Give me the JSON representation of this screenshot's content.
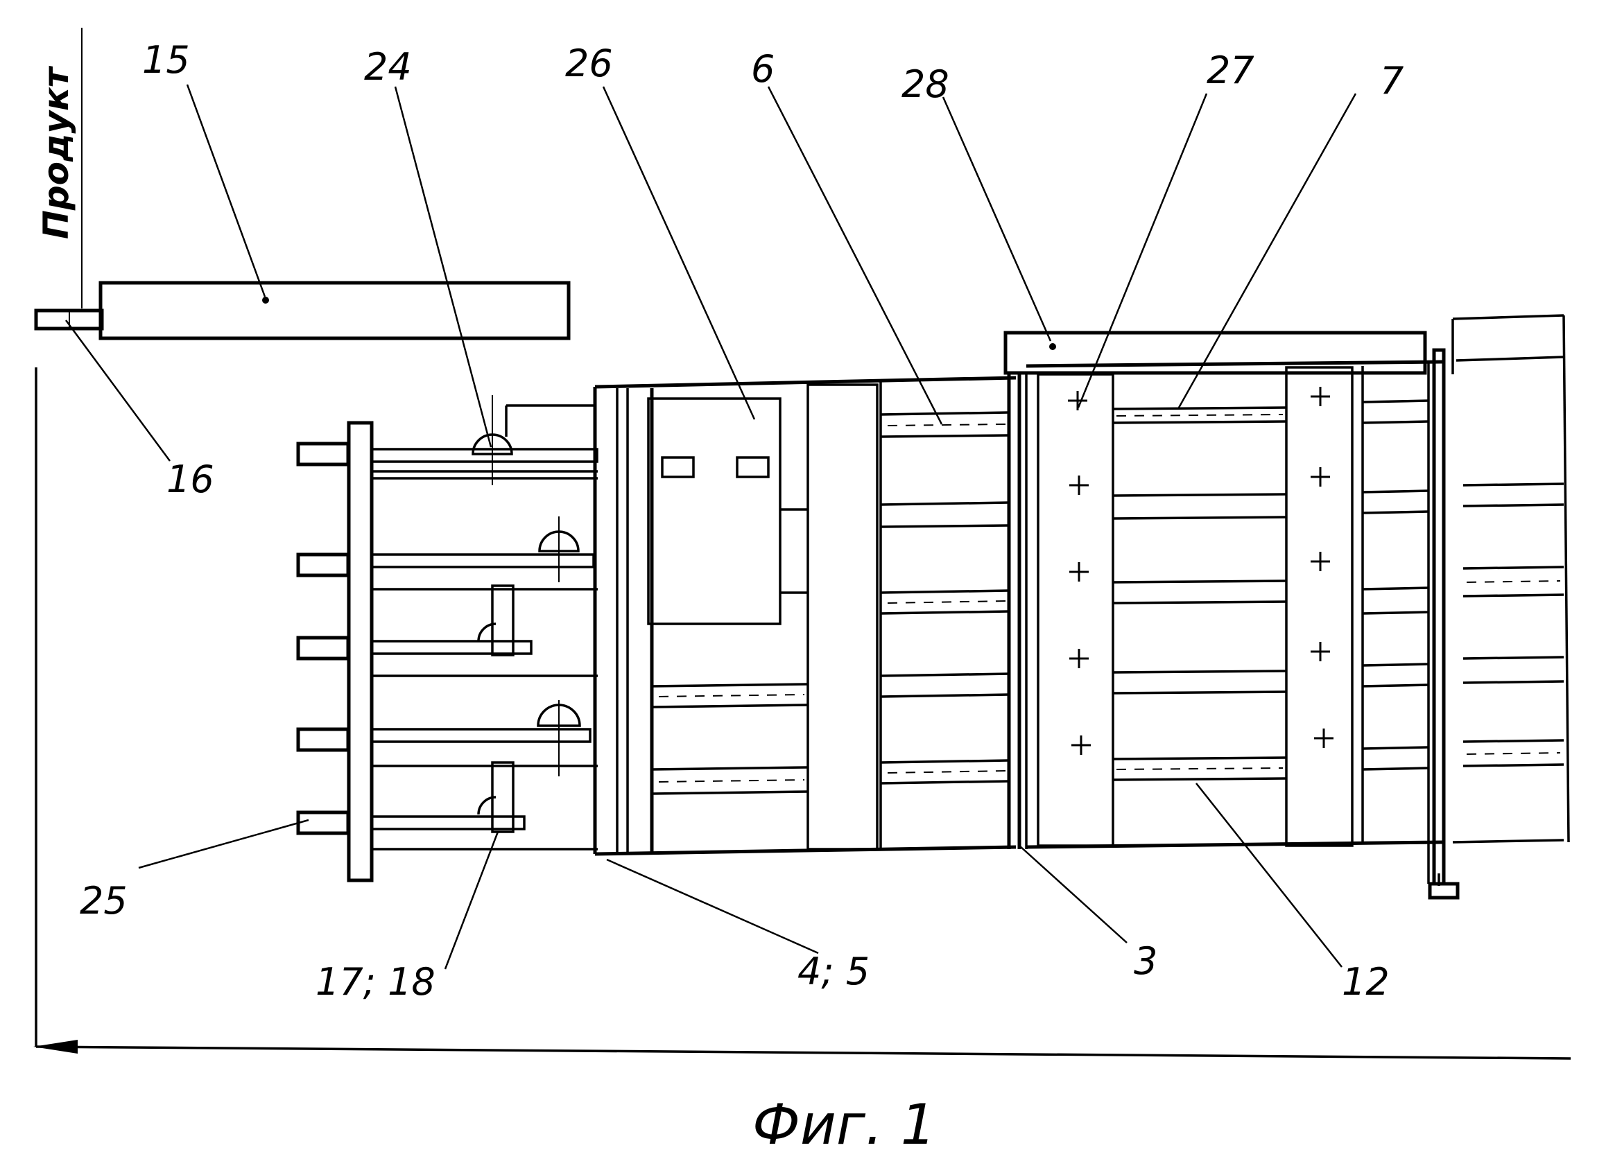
{
  "side_text": "Продукт",
  "caption": "Фиг. 1",
  "labels": {
    "l15": "15",
    "l24": "24",
    "l26": "26",
    "l6": "6",
    "l28": "28",
    "l27": "27",
    "l7": "7",
    "l16": "16",
    "l25": "25",
    "l17_18": "17;  18",
    "l4_5": "4;  5",
    "l3": "3",
    "l12": "12"
  }
}
